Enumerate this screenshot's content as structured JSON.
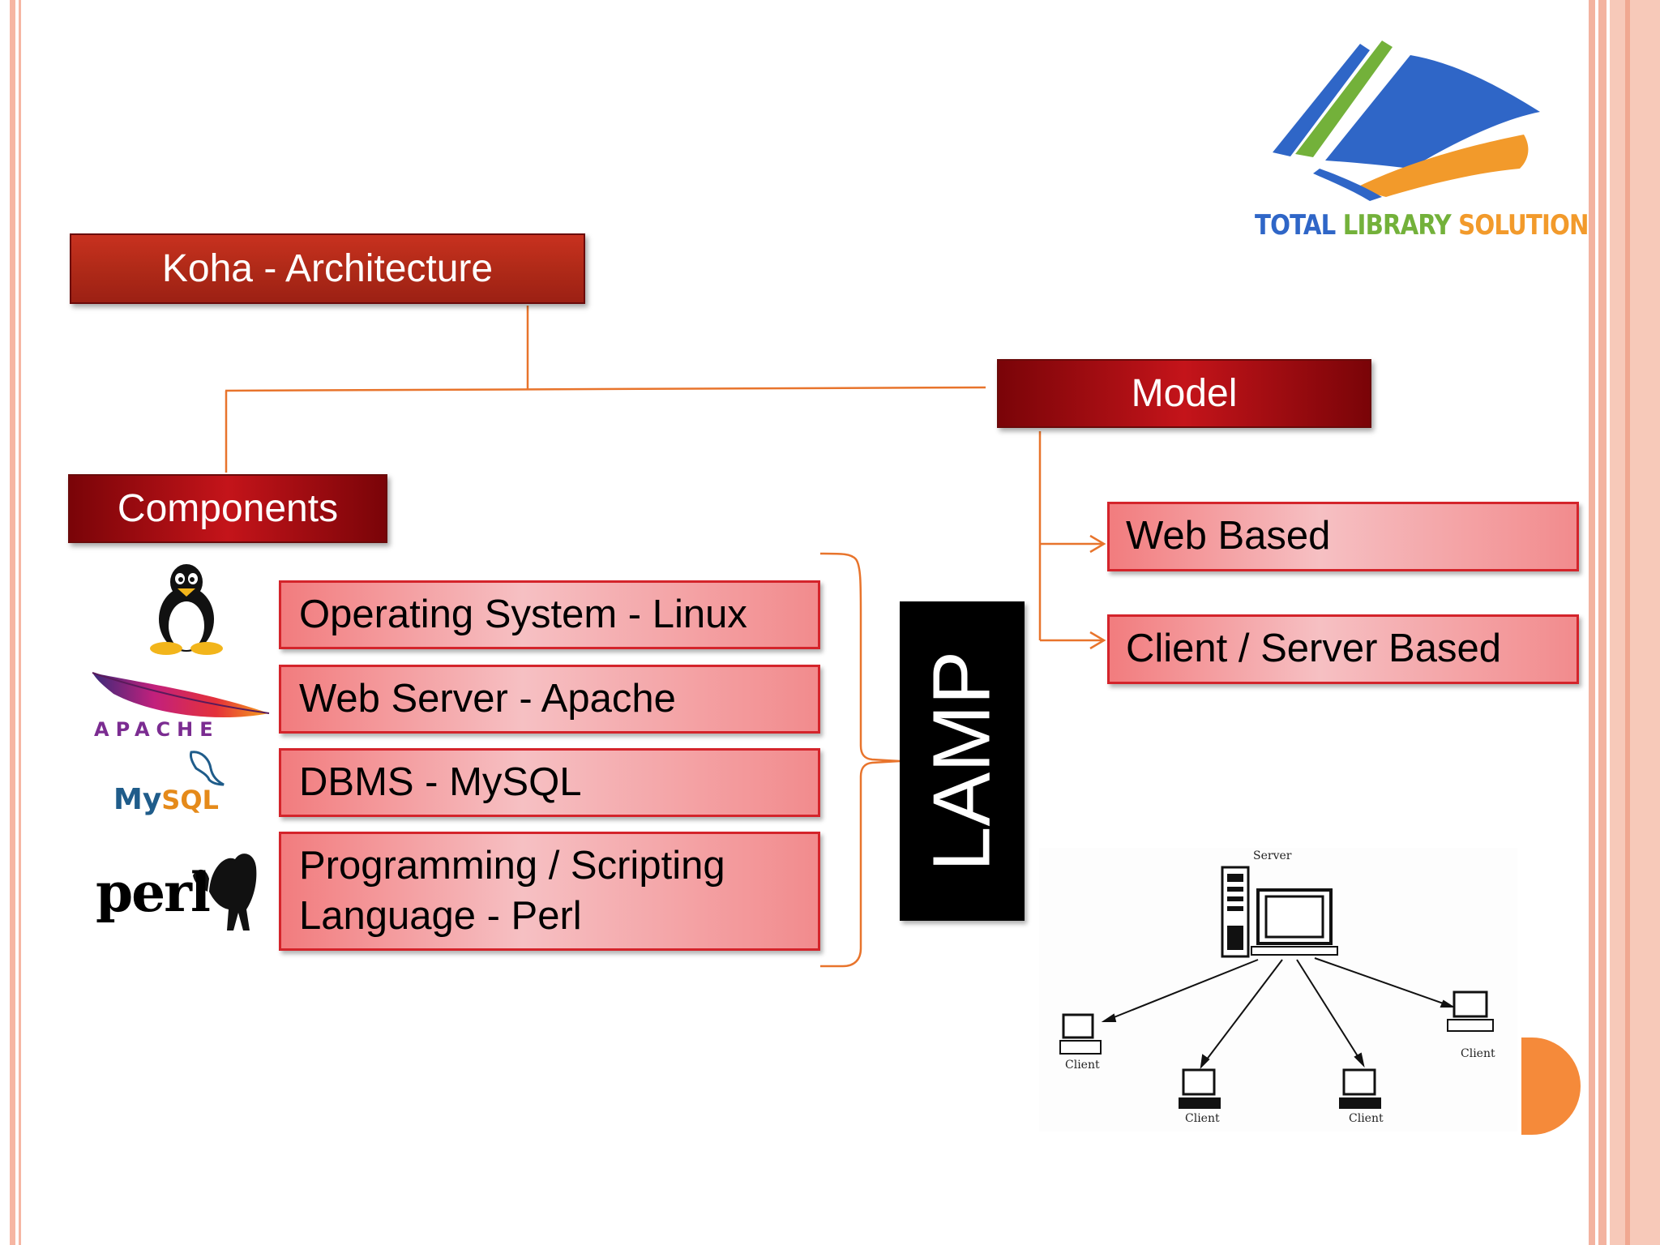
{
  "logo": {
    "word1": "TOTAL",
    "word2": "LIBRARY",
    "word3": "SOLUTION",
    "colors": {
      "blue": "#2f66c7",
      "green": "#73b13a",
      "orange": "#f29a2b"
    }
  },
  "title": "Koha - Architecture",
  "model": {
    "label": "Model",
    "items": [
      "Web Based",
      "Client / Server Based"
    ]
  },
  "components": {
    "label": "Components",
    "items": [
      "Operating System - Linux",
      "Web Server - Apache",
      "DBMS - MySQL",
      "Programming / Scripting Language - Perl"
    ],
    "logos": {
      "apache": "APACHE",
      "mysql_my": "My",
      "mysql_sql": "SQL",
      "perl": "perl"
    }
  },
  "lamp": "LAMP",
  "network": {
    "server": "Server",
    "client": "Client"
  },
  "colors": {
    "header_red": "#b02a18",
    "pink_border": "#d4242b",
    "connector": "#e8742c",
    "accent": "#f58a3a"
  }
}
